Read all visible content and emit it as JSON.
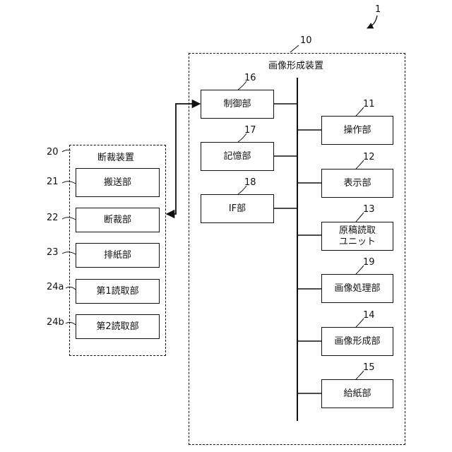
{
  "figure_ref": "1",
  "image_forming_apparatus": {
    "ref": "10",
    "title": "画像形成装置",
    "blocks": [
      {
        "ref": "16",
        "label": "制御部"
      },
      {
        "ref": "17",
        "label": "記憶部"
      },
      {
        "ref": "18",
        "label": "IF部"
      },
      {
        "ref": "11",
        "label": "操作部"
      },
      {
        "ref": "12",
        "label": "表示部"
      },
      {
        "ref": "13",
        "label": "原稿読取\nユニット"
      },
      {
        "ref": "19",
        "label": "画像処理部"
      },
      {
        "ref": "14",
        "label": "画像形成部"
      },
      {
        "ref": "15",
        "label": "給紙部"
      }
    ]
  },
  "cutting_device": {
    "ref": "20",
    "title": "断裁装置",
    "blocks": [
      {
        "ref": "21",
        "label": "搬送部"
      },
      {
        "ref": "22",
        "label": "断裁部"
      },
      {
        "ref": "23",
        "label": "排紙部"
      },
      {
        "ref": "24a",
        "label": "第1読取部"
      },
      {
        "ref": "24b",
        "label": "第2読取部"
      }
    ]
  }
}
